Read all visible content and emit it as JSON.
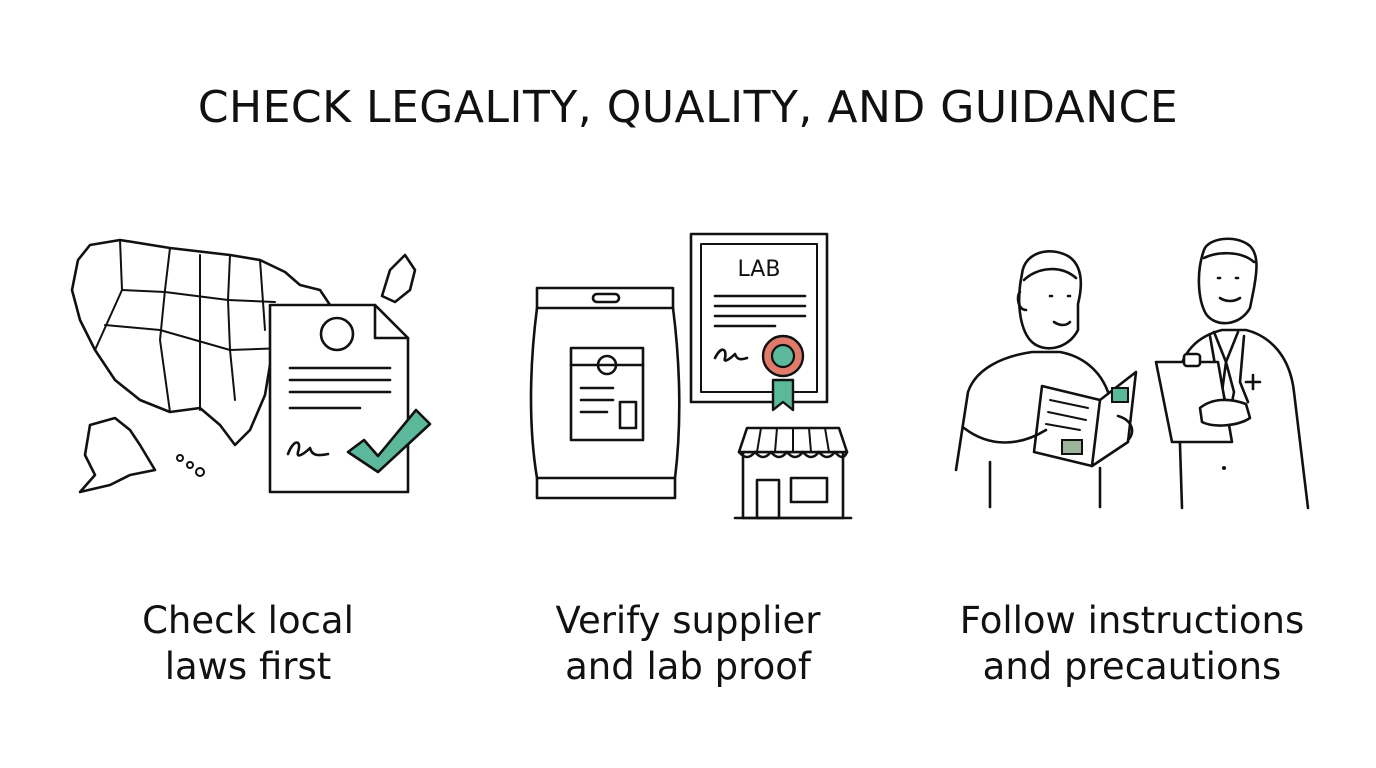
{
  "title": "CHECK LEGALITY, QUALITY, AND GUIDANCE",
  "colors": {
    "accent": "#5cb89a",
    "seal": "#e07a6a",
    "note": "#9bb59a",
    "ink": "#111111"
  },
  "steps": [
    {
      "icon": "us-map-legal-document-icon",
      "line1": "Check local",
      "line2": "laws first"
    },
    {
      "icon": "product-bag-lab-certificate-store-icon",
      "line1": "Verify supplier",
      "line2": "and lab proof",
      "certificate_label": "LAB"
    },
    {
      "icon": "patient-and-doctor-icon",
      "line1": "Follow instructions",
      "line2": "and precautions"
    }
  ]
}
